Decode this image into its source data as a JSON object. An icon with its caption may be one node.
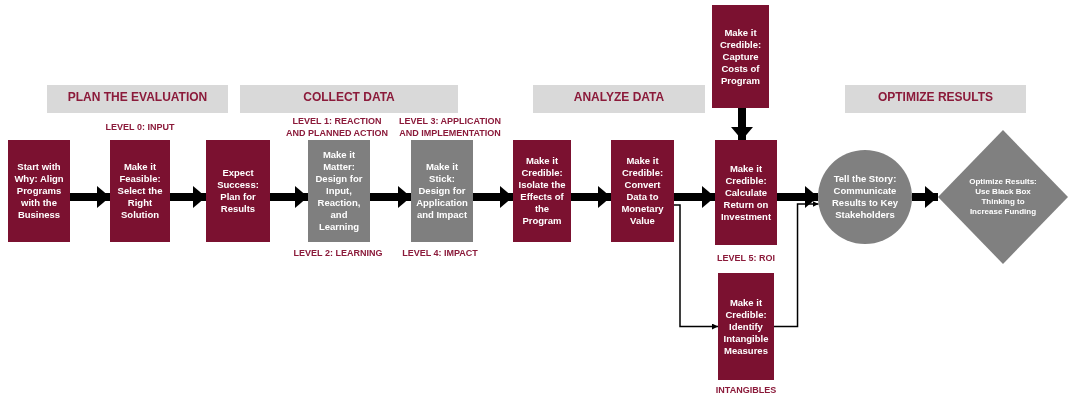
{
  "diagram": {
    "nodes": [
      {
        "text": [
          "PLAN THE EVALUATION"
        ]
      },
      {
        "text": [
          "COLLECT DATA"
        ]
      },
      {
        "text": [
          "ANALYZE DATA"
        ]
      },
      {
        "text": [
          "OPTIMIZE RESULTS"
        ]
      },
      {
        "text": [
          "Start with Why: Align Programs with the Business"
        ]
      },
      {
        "text": [
          "Make it Feasible: Select the Right Solution"
        ],
        "beside": [
          "LEVEL 0: INPUT"
        ]
      },
      {
        "text": [
          "Expect Success: Plan for Results"
        ]
      },
      {
        "text": [
          "Make it Matter: Design for Input, Reaction, and Learning"
        ],
        "beside": [
          "LEVEL 1: REACTION AND PLANNED ACTION",
          "LEVEL 2: LEARNING"
        ]
      },
      {
        "text": [
          "Make it Stick: Design for Application and Impact"
        ],
        "beside": [
          "LEVEL 3: APPLICATION AND IMPLEMENTATION",
          "LEVEL 4: IMPACT"
        ]
      },
      {
        "text": [
          "Make it Credible: Isolate the Effects of the Program"
        ]
      },
      {
        "text": [
          "Make it Credible: Convert Data to Monetary Value"
        ]
      },
      {
        "text": [
          "Make it Credible: Capture Costs of Program"
        ]
      },
      {
        "text": [
          "Make it Credible: Calculate Return on Investment"
        ],
        "beside": [
          "LEVEL 5: ROI"
        ]
      },
      {
        "text": [
          "Make it Credible: Identify Intangible Measures"
        ],
        "beside": [
          "INTANGIBLES"
        ]
      },
      {
        "text": [
          "Tell the Story: Communicate Results to Key Stakeholders"
        ]
      },
      {
        "text": [
          "Optimize Results: Use Black Box Thinking to Increase Funding"
        ]
      }
    ],
    "edges": [
      {
        "from": 4,
        "to": 5,
        "arrow": "to"
      },
      {
        "from": 5,
        "to": 6,
        "arrow": "to"
      },
      {
        "from": 6,
        "to": 7,
        "arrow": "to"
      },
      {
        "from": 7,
        "to": 8,
        "arrow": "to"
      },
      {
        "from": 8,
        "to": 9,
        "arrow": "to"
      },
      {
        "from": 9,
        "to": 10,
        "arrow": "to"
      },
      {
        "from": 10,
        "to": 12,
        "arrow": "to"
      },
      {
        "from": 11,
        "to": 12,
        "arrow": "to"
      },
      {
        "from": 10,
        "to": 13,
        "arrow": "to"
      },
      {
        "from": 13,
        "to": 14,
        "arrow": "to"
      },
      {
        "from": 12,
        "to": 14,
        "arrow": "to"
      },
      {
        "from": 14,
        "to": 15,
        "arrow": "to"
      }
    ]
  }
}
